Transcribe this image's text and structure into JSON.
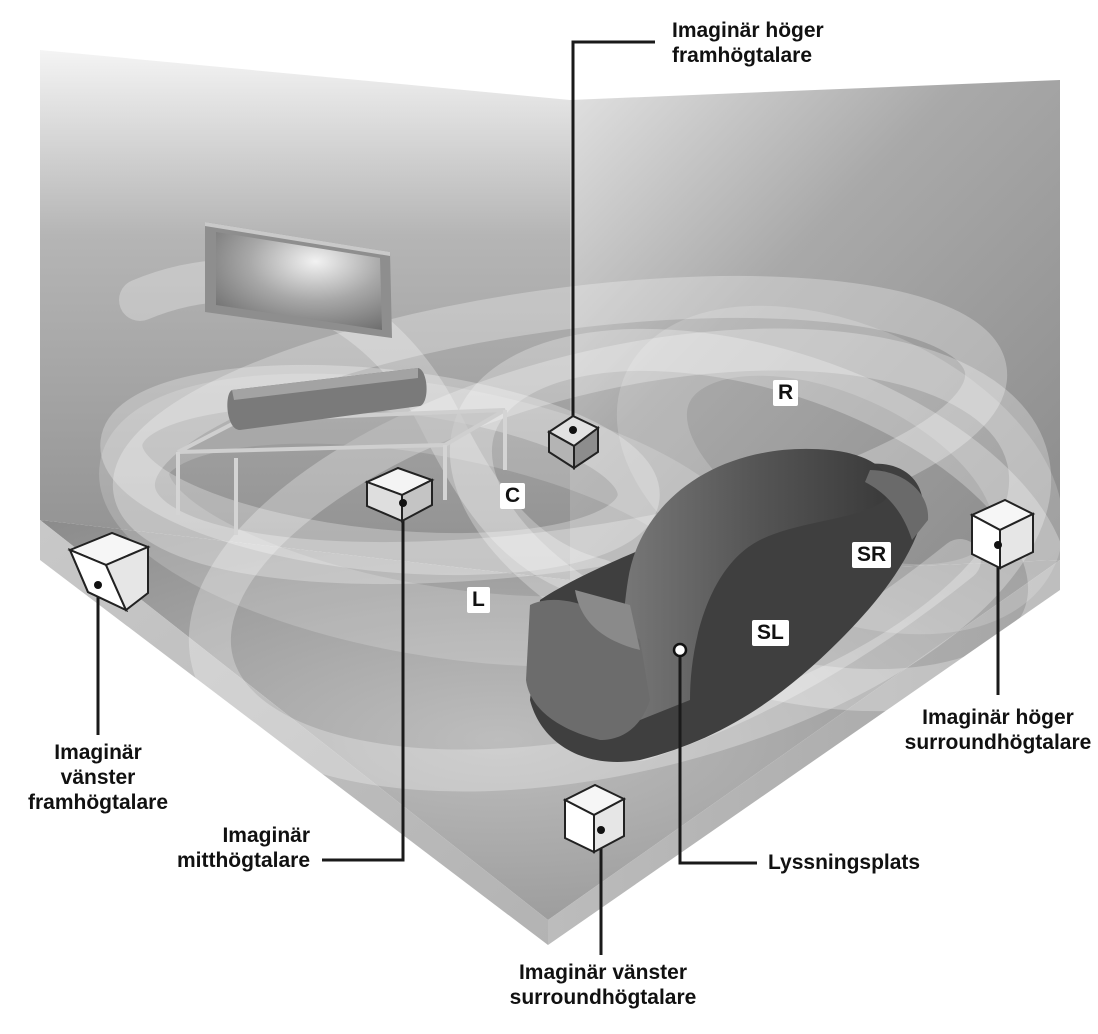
{
  "labels": {
    "front_right": [
      "Imaginär höger",
      "framhögtalare"
    ],
    "front_left": [
      "Imaginär",
      "vänster",
      "framhögtalare"
    ],
    "center": [
      "Imaginär",
      "mitthögtalare"
    ],
    "surround_right": [
      "Imaginär höger",
      "surroundhögtalare"
    ],
    "surround_left": [
      "Imaginär vänster",
      "surroundhögtalare"
    ],
    "listening": "Lyssningsplats"
  },
  "channel_tags": {
    "r": "R",
    "c": "C",
    "l": "L",
    "sr": "SR",
    "sl": "SL"
  }
}
